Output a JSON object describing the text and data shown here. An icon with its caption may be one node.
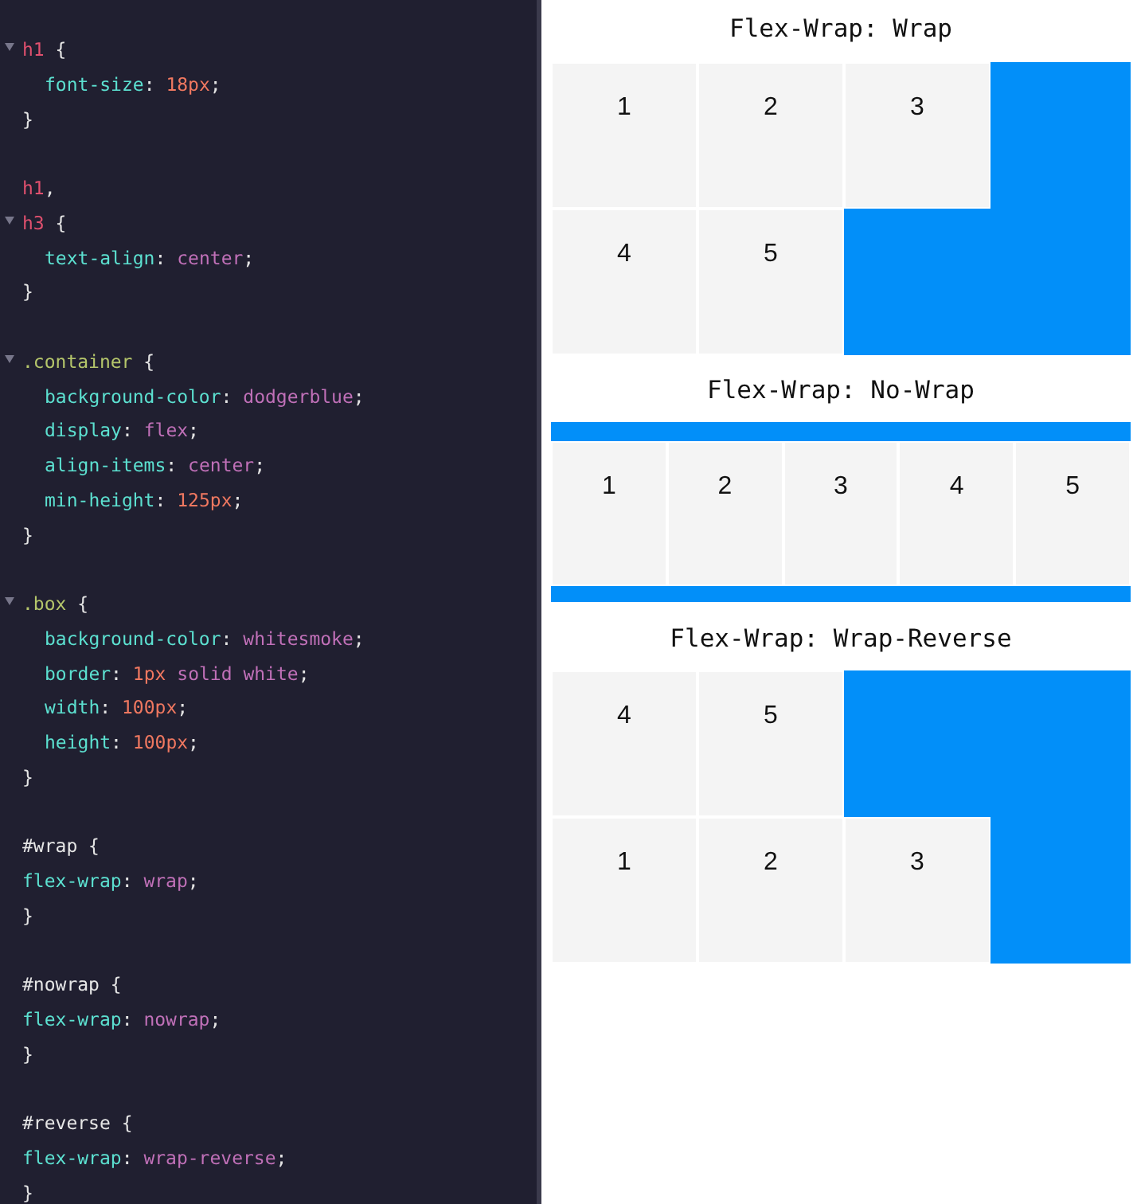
{
  "diagram": {
    "nodes": [
      {
        "text": [
          "Flex-Wrap: Wrap"
        ]
      },
      {
        "text": [
          "1"
        ],
        "in": 0
      },
      {
        "text": [
          "2"
        ],
        "in": 0
      },
      {
        "text": [
          "3"
        ],
        "in": 0
      },
      {
        "text": [
          "4"
        ],
        "in": 0
      },
      {
        "text": [
          "5"
        ],
        "in": 0
      },
      {
        "text": [
          "Flex-Wrap: No-Wrap"
        ]
      },
      {
        "text": [
          "1"
        ],
        "in": 6
      },
      {
        "text": [
          "2"
        ],
        "in": 6
      },
      {
        "text": [
          "3"
        ],
        "in": 6
      },
      {
        "text": [
          "4"
        ],
        "in": 6
      },
      {
        "text": [
          "5"
        ],
        "in": 6
      },
      {
        "text": [
          "Flex-Wrap: Wrap-Reverse"
        ]
      },
      {
        "text": [
          "4"
        ],
        "in": 12
      },
      {
        "text": [
          "5"
        ],
        "in": 12
      },
      {
        "text": [
          "1"
        ],
        "in": 12
      },
      {
        "text": [
          "2"
        ],
        "in": 12
      },
      {
        "text": [
          "3"
        ],
        "in": 12
      }
    ],
    "labels": [
      "h1 {",
      "font-size: 18px;",
      "}",
      "h1,",
      "h3 {",
      "text-align: center;",
      "}",
      ".container {",
      "background-color: dodgerblue;",
      "display: flex;",
      "align-items: center;",
      "min-height: 125px;",
      "}",
      ".box {",
      "background-color: whitesmoke;",
      "border: 1px solid white;",
      "width: 100px;",
      "height: 100px;",
      "}",
      "#wrap {",
      "flex-wrap: wrap;",
      "}",
      "#nowrap {",
      "flex-wrap: nowrap;",
      "}",
      "#reverse {",
      "flex-wrap: wrap-reverse;",
      "}"
    ]
  }
}
